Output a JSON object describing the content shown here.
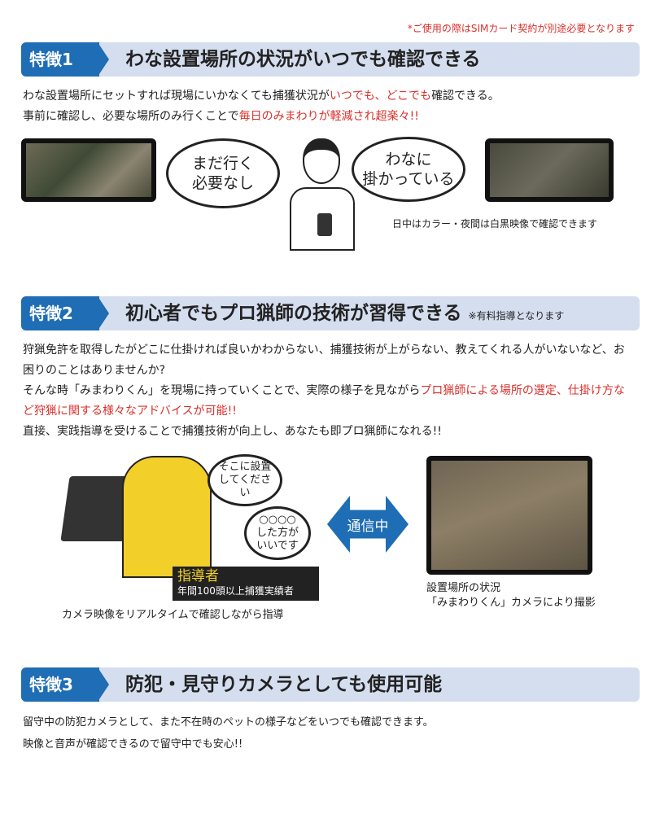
{
  "note": "*ご使用の際はSIMカード契約が別途必要となります",
  "features": [
    {
      "tag": "特徴1",
      "title": "わな設置場所の状況がいつでも確認できる",
      "lines": [
        [
          "わな設置場所にセットすれば現場にいかなくても捕獲状況が",
          "いつでも、どこでも",
          "確認できる。"
        ],
        [
          "事前に確認し、必要な場所のみ行くことで",
          "毎日のみまわりが軽減され超楽々!!",
          ""
        ]
      ],
      "bubble_left": "まだ行く\n必要なし",
      "bubble_right": "わなに\n掛かっている",
      "caption": "日中はカラー・夜間は白黒映像で確認できます"
    },
    {
      "tag": "特徴2",
      "title": "初心者でもプロ猟師の技術が習得できる",
      "title_note": "※有料指導となります",
      "p1": "狩猟免許を取得したがどこに仕掛ければ良いかわからない、捕獲技術が上がらない、教えてくれる人がいないなど、お困りのことはありませんか?",
      "p2a": "そんな時「みまわりくん」を現場に持っていくことで、実際の様子を見ながら",
      "p2b": "プロ猟師による場所の選定、仕掛け方など狩猟に関する様々なアドバイスが可能!!",
      "p3": "直接、実践指導を受けることで捕獲技術が向上し、あなたも即プロ猟師になれる!!",
      "bubble1": "そこに設置してください",
      "bubble2": "○○○○した方がいいです",
      "instructor": "指導者",
      "instructor_sub": "年間100頭以上捕獲実績者",
      "left_caption": "カメラ映像をリアルタイムで確認しながら指導",
      "arrow_label": "通信中",
      "right_caption1": "設置場所の状況",
      "right_caption2": "「みまわりくん」カメラにより撮影"
    },
    {
      "tag": "特徴3",
      "title": "防犯・見守りカメラとしても使用可能",
      "lines": [
        "留守中の防犯カメラとして、また不在時のペットの様子などをいつでも確認できます。",
        "映像と音声が確認できるので留守中でも安心!!"
      ]
    }
  ]
}
